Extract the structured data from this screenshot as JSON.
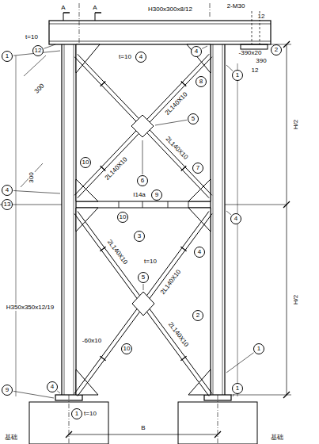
{
  "diagram": {
    "nodes": [
      {
        "text": [
          "2"
        ]
      },
      {
        "text": [
          "12"
        ]
      },
      {
        "text": [
          "4"
        ]
      },
      {
        "text": [
          "4"
        ]
      },
      {
        "text": [
          "1"
        ]
      },
      {
        "text": [
          "1"
        ]
      },
      {
        "text": [
          "8"
        ]
      },
      {
        "text": [
          "5"
        ]
      },
      {
        "text": [
          "7"
        ]
      },
      {
        "text": [
          "6"
        ]
      },
      {
        "text": [
          "10"
        ]
      },
      {
        "text": [
          "4"
        ]
      },
      {
        "text": [
          "13"
        ]
      },
      {
        "text": [
          "9"
        ]
      },
      {
        "text": [
          "10"
        ]
      },
      {
        "text": [
          "4"
        ]
      },
      {
        "text": [
          "3"
        ]
      },
      {
        "text": [
          "5"
        ]
      },
      {
        "text": [
          "4"
        ]
      },
      {
        "text": [
          "2"
        ]
      },
      {
        "text": [
          "10"
        ]
      },
      {
        "text": [
          "1"
        ]
      },
      {
        "text": [
          "1"
        ]
      },
      {
        "text": [
          "4"
        ]
      },
      {
        "text": [
          "9"
        ]
      },
      {
        "text": [
          "1"
        ]
      }
    ],
    "labels": [
      "A",
      "A",
      "H300x300x8/12",
      "2-M30",
      "12",
      "t=10",
      "t=10",
      "-390x20",
      "390",
      "12",
      "2L140X10",
      "300",
      "2L140X10",
      "2L140X10",
      "300",
      "I14a",
      "2L140X10",
      "t=10",
      "2L140X10",
      "2L140X10",
      "-60x10",
      "H350x350x12/19",
      "H/2",
      "H/2",
      "t=10",
      "B",
      "基础",
      "基础"
    ]
  }
}
